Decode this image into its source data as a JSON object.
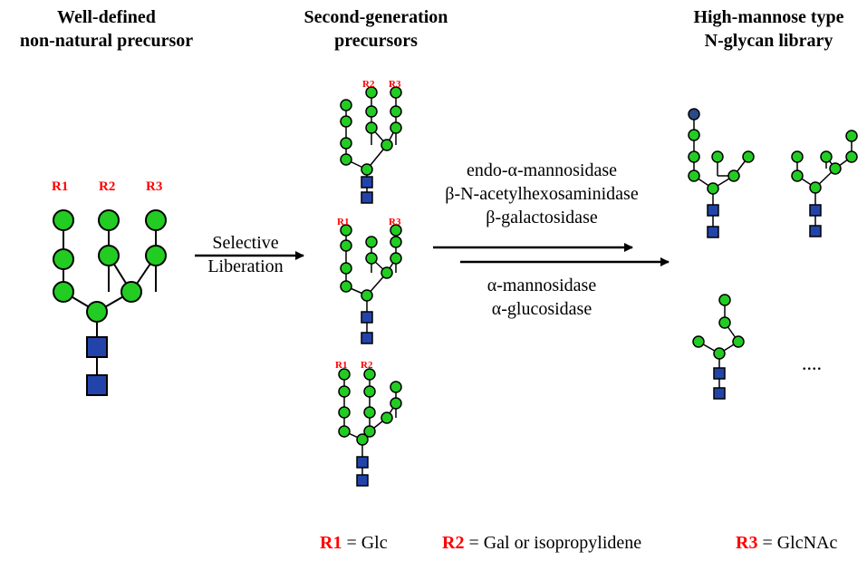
{
  "headers": {
    "col1_line1": "Well-defined",
    "col1_line2": "non-natural precursor",
    "col2_line1": "Second-generation",
    "col2_line2": "precursors",
    "col3_line1": "High-mannose type",
    "col3_line2": "N-glycan library"
  },
  "arrow1": {
    "line1": "Selective",
    "line2": "Liberation"
  },
  "enzymes_top": [
    "endo-α-mannosidase",
    "β-N-acetylhexosaminidase",
    "β-galactosidase"
  ],
  "enzymes_bottom": [
    "α-mannosidase",
    "α-glucosidase"
  ],
  "labels": {
    "r1": "R1",
    "r2": "R2",
    "r3": "R3"
  },
  "ellipsis": "....",
  "legend": {
    "r1_key": "R1",
    "r1_value": "= Glc",
    "r2_key": "R2",
    "r2_value": "= Gal or isopropylidene",
    "r3_key": "R3",
    "r3_value": "= GlcNAc"
  },
  "colors": {
    "mannose": "#22cc22",
    "glcnac": "#2244aa",
    "glcnac_terminal": "#2a4a88",
    "label": "#ff0000"
  }
}
